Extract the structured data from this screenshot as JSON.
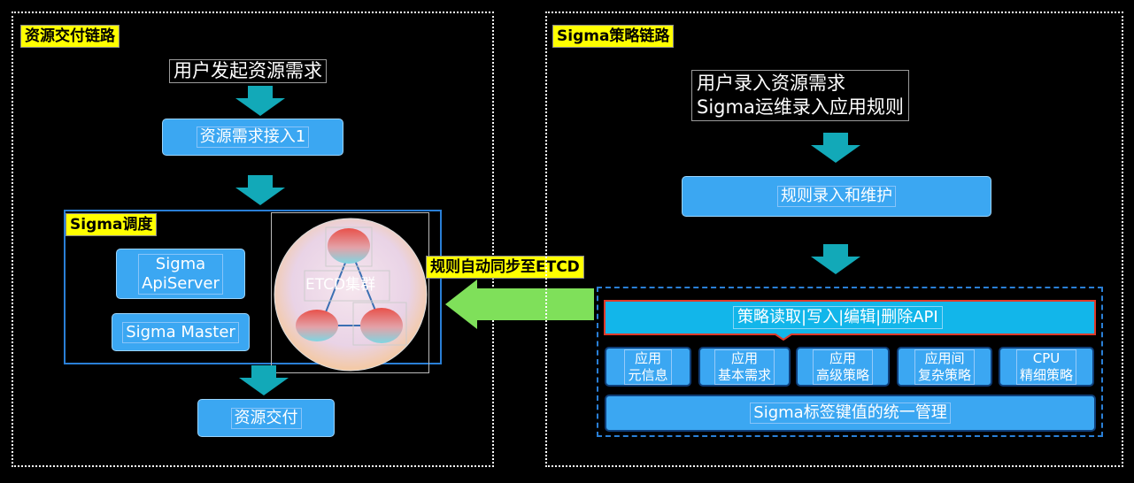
{
  "left": {
    "tag": "资源交付链路",
    "request": "用户发起资源需求",
    "intake": "资源需求接入1",
    "sigma_tag": "Sigma调度",
    "apiserver": "Sigma\nApiServer",
    "master": "Sigma Master",
    "etcd": "ETCD集群",
    "delivery": "资源交付"
  },
  "sync_label": "规则自动同步至ETCD",
  "right": {
    "tag": "Sigma策略链路",
    "inputs_line1": "用户录入资源需求",
    "inputs_line2": "Sigma运维录入应用规则",
    "rule_maint": "规则录入和维护",
    "api_bar": "策略读取|写入|编辑|删除API",
    "modules": [
      "应用\n元信息",
      "应用\n基本需求",
      "应用\n高级策略",
      "应用间\n复杂策略",
      "CPU\n精细策略"
    ],
    "label_mgmt": "Sigma标签键值的统一管理"
  },
  "colors": {
    "box_blue": "#3ba7f2",
    "arrow_teal": "#12a9b8",
    "sync_arrow_green": "#7fe05a",
    "tag_yellow": "#ffff00",
    "api_bar_red_border": "#e03a2a"
  }
}
